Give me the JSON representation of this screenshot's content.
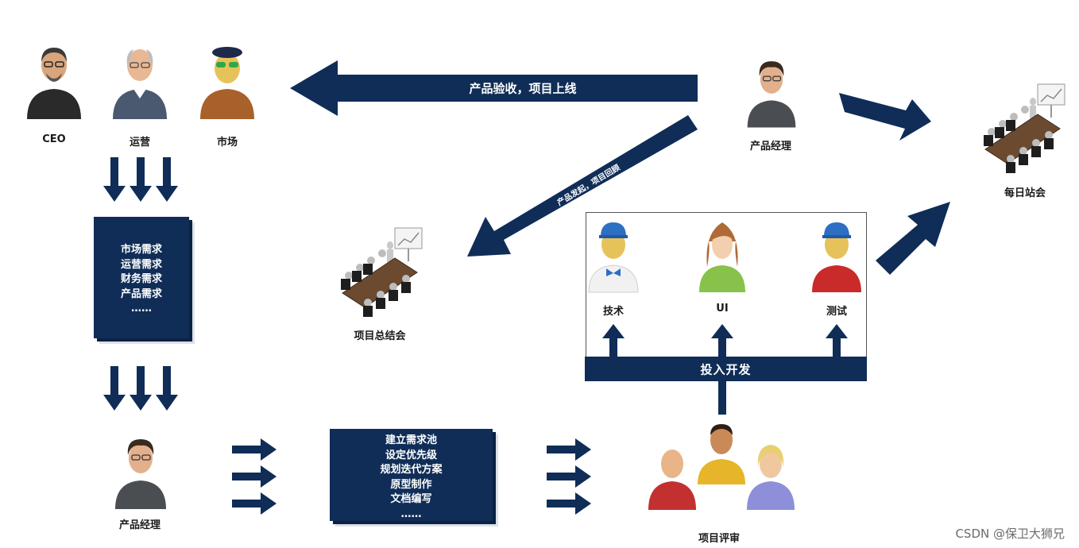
{
  "colors": {
    "navy": "#0f2d57",
    "frame": "#555555",
    "watermark": "#6b6b6b",
    "label": "#1a1a1a"
  },
  "icons": [
    "person-ceo-icon",
    "person-operations-icon",
    "person-market-icon",
    "person-product-manager-icon",
    "person-tech-icon",
    "person-ui-icon",
    "person-test-icon",
    "meeting-table-icon",
    "arrow-icon"
  ],
  "roles": {
    "ceo": "CEO",
    "operations": "运营",
    "market": "市场",
    "pm_top": "产品经理",
    "pm_bottom": "产品经理",
    "tech": "技术",
    "ui": "UI",
    "test": "测试"
  },
  "meetings": {
    "daily_standup": "每日站会",
    "project_summary": "项目总结会",
    "project_review": "项目评审"
  },
  "arrows": {
    "acceptance_launch": "产品验收，项目上线",
    "launch_review": "产品发起，项目回顾",
    "start_development": "投入开发"
  },
  "requirements_box": {
    "lines": [
      "市场需求",
      "运营需求",
      "财务需求",
      "产品需求",
      "……"
    ]
  },
  "pm_tasks_box": {
    "lines": [
      "建立需求池",
      "设定优先级",
      "规划迭代方案",
      "原型制作",
      "文档编写",
      "……"
    ]
  },
  "watermark": "CSDN @保卫大狮兄"
}
